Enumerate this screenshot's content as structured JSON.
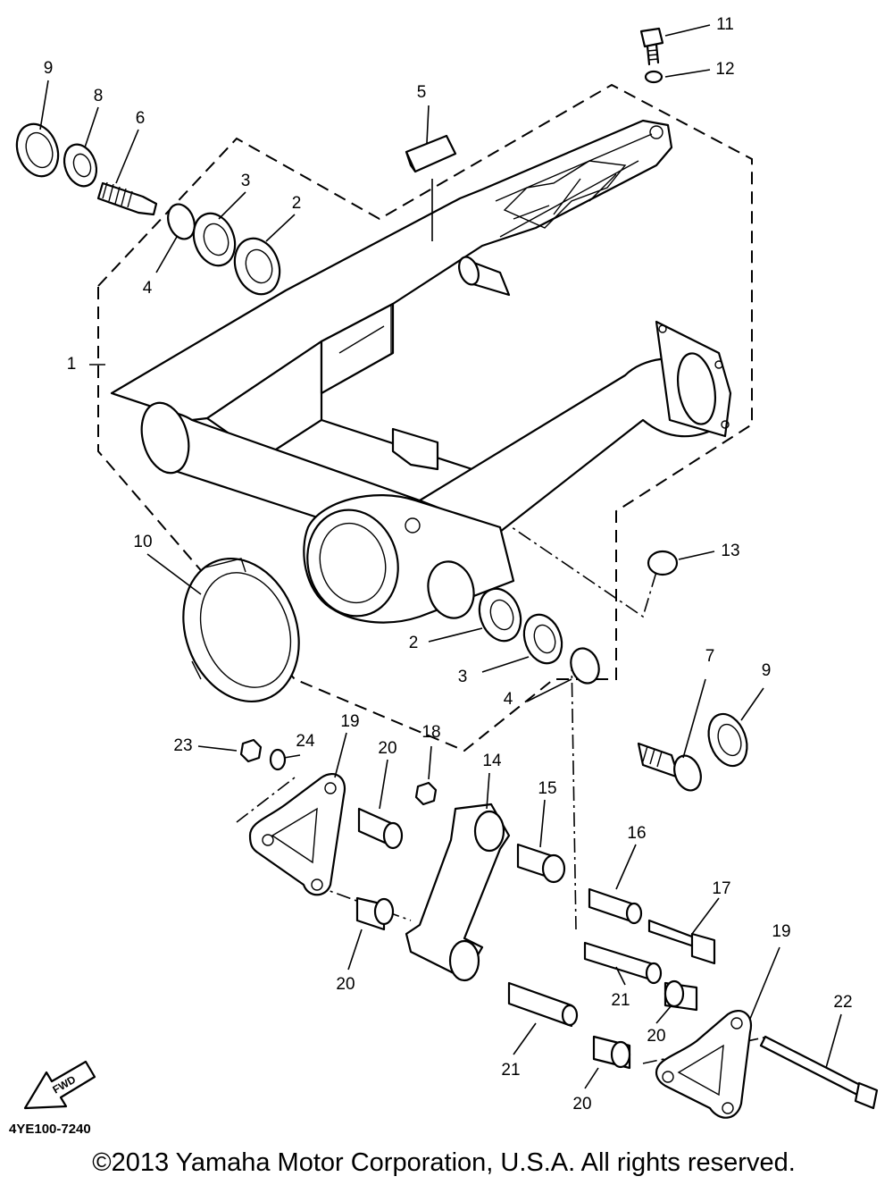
{
  "diagram_code": "4YE100-7240",
  "copyright": "©2013 Yamaha Motor Corporation, U.S.A. All rights reserved.",
  "fwd_label": "FWD",
  "callouts": {
    "c1": "1",
    "c2a": "2",
    "c2b": "2",
    "c3a": "3",
    "c3b": "3",
    "c4a": "4",
    "c4b": "4",
    "c5": "5",
    "c6": "6",
    "c7": "7",
    "c8": "8",
    "c9a": "9",
    "c9b": "9",
    "c10": "10",
    "c11": "11",
    "c12": "12",
    "c13": "13",
    "c14": "14",
    "c15": "15",
    "c16": "16",
    "c17": "17",
    "c18": "18",
    "c19a": "19",
    "c19b": "19",
    "c20a": "20",
    "c20b": "20",
    "c20c": "20",
    "c20d": "20",
    "c21a": "21",
    "c21b": "21",
    "c22": "22",
    "c23": "23",
    "c24": "24"
  }
}
